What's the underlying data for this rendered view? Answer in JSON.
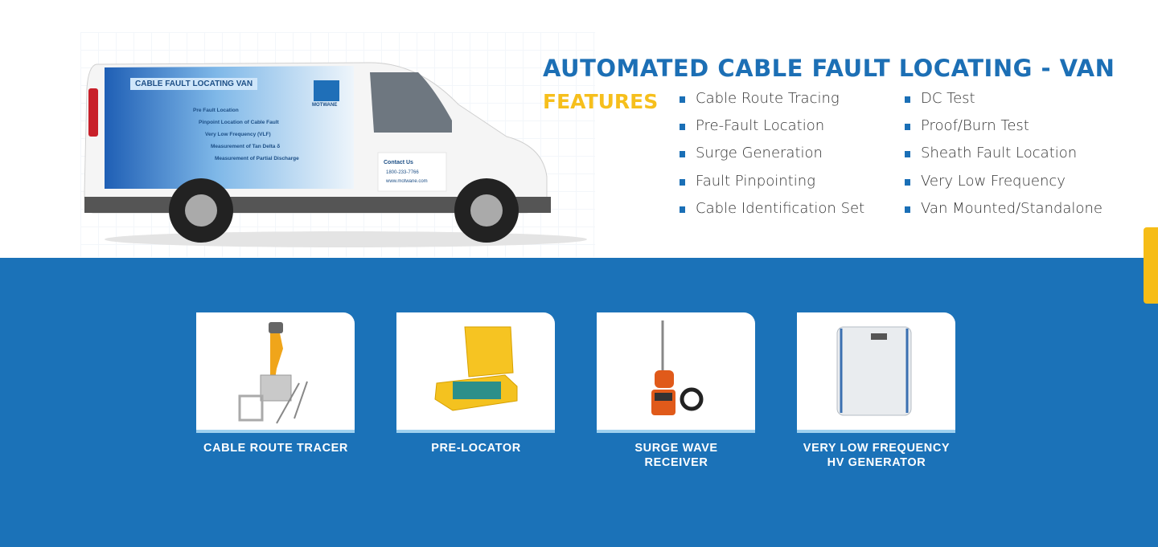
{
  "heading": "AUTOMATED CABLE FAULT LOCATING - VAN",
  "features_label": "FEATURES",
  "features_col1": [
    "Cable Route Tracing",
    "Pre-Fault Location",
    "Surge Generation",
    "Fault Pinpointing",
    "Cable Identification Set"
  ],
  "features_col2": [
    "DC Test",
    "Proof/Burn Test",
    "Sheath Fault Location",
    "Very Low Frequency",
    "Van Mounted/Standalone"
  ],
  "van": {
    "banner": "CABLE FAULT LOCATING VAN",
    "items": [
      "Pre Fault Location",
      "Pinpoint Location of Cable Fault",
      "Very Low Frequency (VLF)",
      "Measurement of Tan Delta δ",
      "Measurement of Partial Discharge"
    ],
    "brand": "MOTWANE",
    "contact_title": "Contact Us",
    "phone": "1800-233-7766",
    "website": "www.motwane.com"
  },
  "products": [
    {
      "label": "CABLE ROUTE TRACER"
    },
    {
      "label": "PRE-LOCATOR"
    },
    {
      "label": "SURGE WAVE RECEIVER"
    },
    {
      "label": "VERY LOW FREQUENCY HV GENERATOR"
    }
  ],
  "colors": {
    "primary": "#1b72b8",
    "accent": "#f6bd17"
  }
}
